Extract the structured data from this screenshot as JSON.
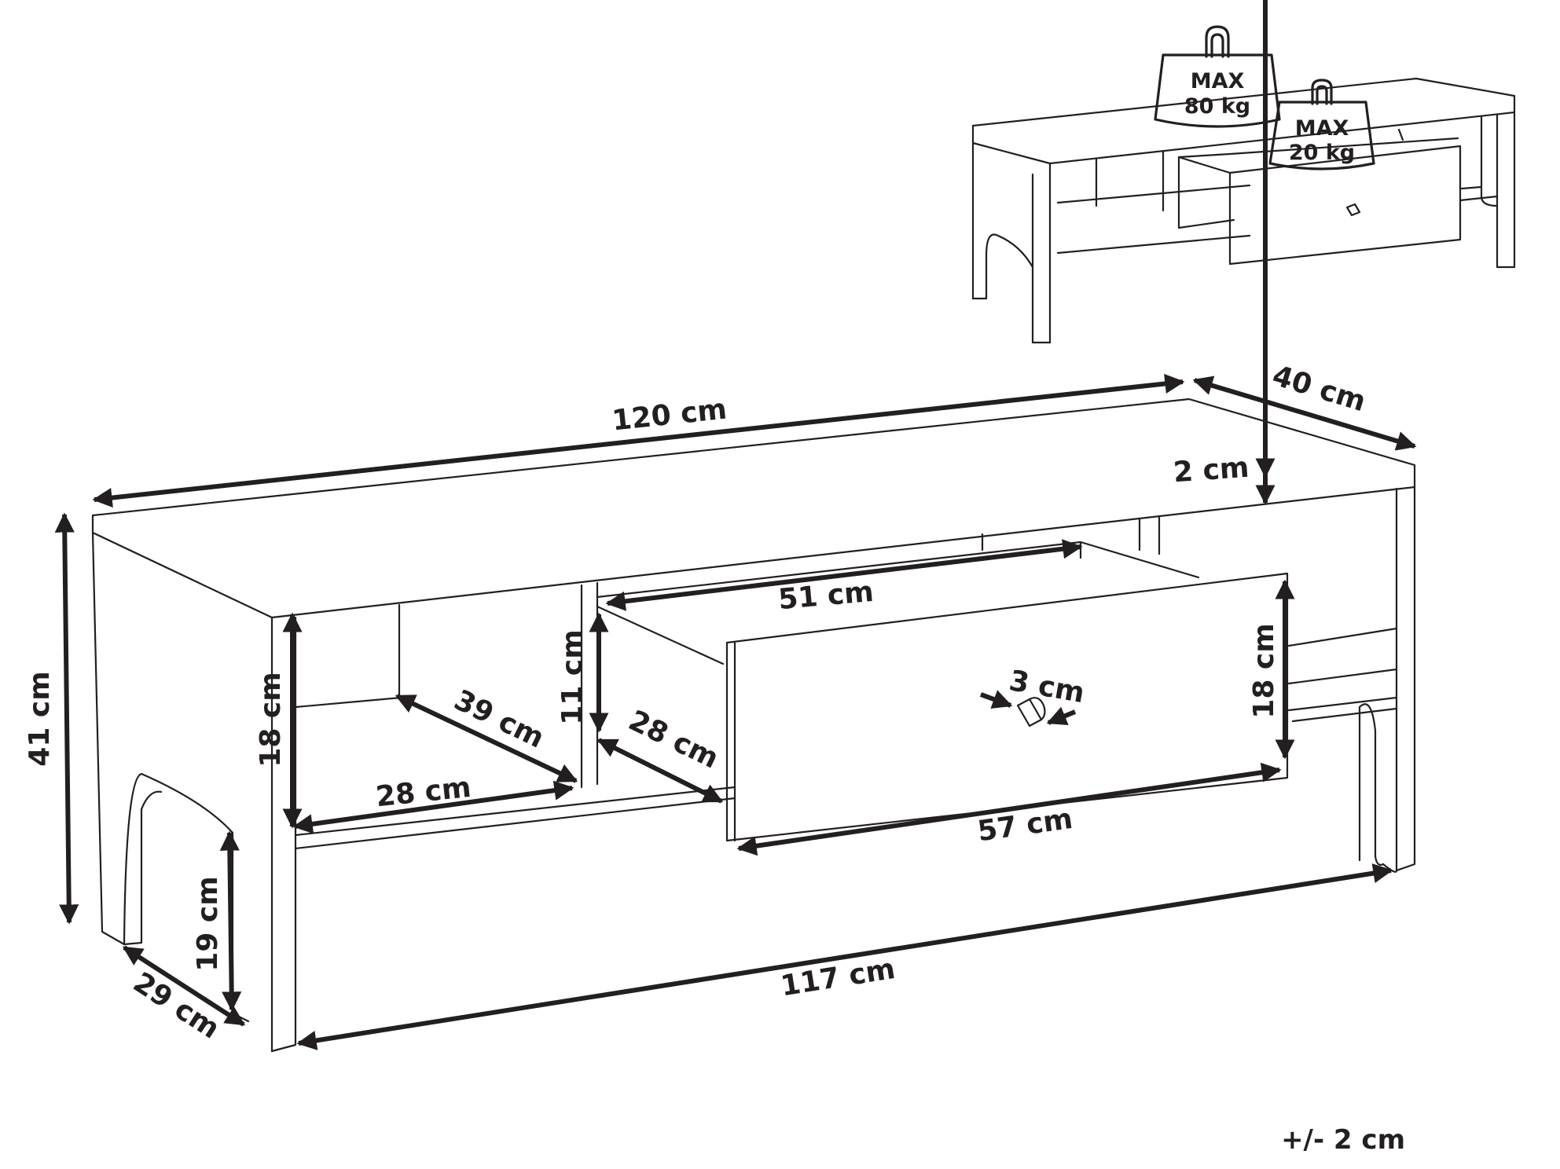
{
  "weight_limits": {
    "top": {
      "line1": "MAX",
      "line2": "80 kg"
    },
    "drawer": {
      "line1": "MAX",
      "line2": "20 kg"
    }
  },
  "dimensions": {
    "overall_width": "120 cm",
    "depth": "40 cm",
    "top_thickness": "2 cm",
    "overall_height": "41 cm",
    "left_shelf_height": "18 cm",
    "left_shelf_depth": "39 cm",
    "left_shelf_width": "28 cm",
    "drawer_inner_width": "51 cm",
    "drawer_inner_height": "11 cm",
    "drawer_inner_depth": "28 cm",
    "knob_size": "3 cm",
    "drawer_front_height": "18 cm",
    "drawer_front_width": "57 cm",
    "bottom_width": "117 cm",
    "leg_height": "19 cm",
    "leg_depth": "29 cm"
  },
  "tolerance": "+/- 2 cm"
}
